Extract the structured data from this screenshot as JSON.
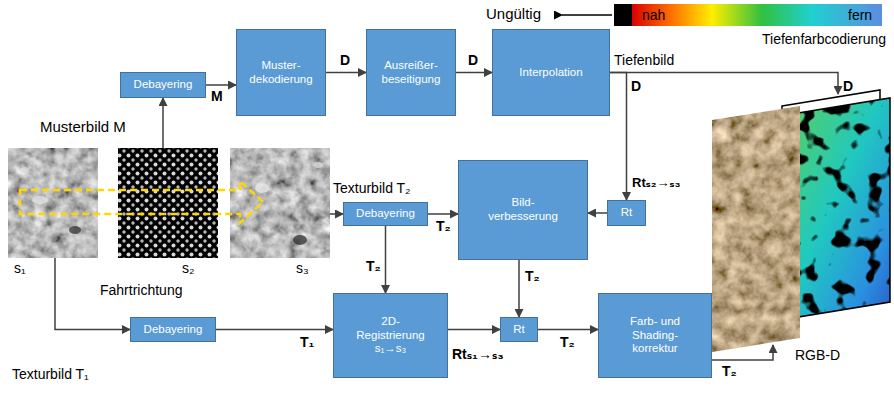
{
  "diagram": {
    "nodes": [
      {
        "text": [
          "Debayering"
        ]
      },
      {
        "text": [
          "Muster- dekodierung"
        ]
      },
      {
        "text": [
          "Ausreißer- beseitigung"
        ]
      },
      {
        "text": [
          "Interpolation"
        ]
      },
      {
        "text": [
          "s₁"
        ]
      },
      {
        "text": [
          "s₂"
        ]
      },
      {
        "text": [
          "s₃"
        ]
      },
      {
        "text": [
          "Debayering"
        ]
      },
      {
        "text": [
          "Bild- verbesserung"
        ]
      },
      {
        "text": [
          "Rt"
        ]
      },
      {
        "text": [
          "RGB-D"
        ]
      },
      {
        "text": [
          "Debayering"
        ]
      },
      {
        "text": [
          "2D- Registrierung s₁→s₃"
        ]
      },
      {
        "text": [
          "Rt"
        ]
      },
      {
        "text": [
          "Farb- und Shading- korrektur"
        ]
      }
    ],
    "edges": [
      {
        "from": 5,
        "to": 0,
        "arrow": "to"
      },
      {
        "from": 0,
        "to": 1,
        "label": "M",
        "arrow": "to"
      },
      {
        "from": 1,
        "to": 2,
        "label": "D",
        "arrow": "to"
      },
      {
        "from": 2,
        "to": 3,
        "label": "D",
        "arrow": "to"
      },
      {
        "from": 3,
        "to": 10,
        "label": "Tiefenbild",
        "arrow": "to"
      },
      {
        "from": 3,
        "to": 9,
        "label": "D",
        "arrow": "to"
      },
      {
        "from": 6,
        "to": 7,
        "arrow": "to"
      },
      {
        "from": 7,
        "to": 8,
        "label": "T₂",
        "arrow": "to"
      },
      {
        "from": 9,
        "to": 8,
        "arrow": "to"
      },
      {
        "from": 7,
        "to": 12,
        "label": "T₂",
        "arrow": "to"
      },
      {
        "from": 4,
        "to": 11,
        "arrow": "to"
      },
      {
        "from": 11,
        "to": 12,
        "label": "T₁",
        "arrow": "to"
      },
      {
        "from": 12,
        "to": 13,
        "label": "Rtₛ₁→ₛ₃",
        "arrow": "to"
      },
      {
        "from": 8,
        "to": 13,
        "label": "T₂",
        "arrow": "to"
      },
      {
        "from": 13,
        "to": 14,
        "label": "T₂",
        "arrow": "to"
      },
      {
        "from": 14,
        "to": 10,
        "label": "T₂",
        "arrow": "to"
      }
    ],
    "labels": [
      "Ungültig",
      "nah",
      "fern",
      "Tiefenfarbcodierung",
      "Musterbild M",
      "Rtₛ₂→ₛ₃",
      "D",
      "Texturbild T₂",
      "Fahrtrichtung",
      "Texturbild T₁"
    ]
  }
}
